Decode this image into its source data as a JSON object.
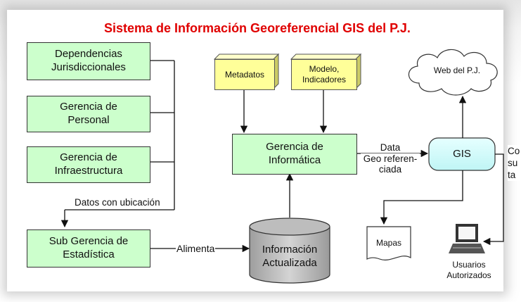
{
  "title": "Sistema de Información Georeferencial GIS del P.J.",
  "nodes": {
    "dependencias": [
      "Dependencias",
      "Jurisdiccionales"
    ],
    "personal": [
      "Gerencia de",
      "Personal"
    ],
    "infraestructura": [
      "Gerencia de",
      "Infraestructura"
    ],
    "estadistica": [
      "Sub Gerencia de",
      "Estadística"
    ],
    "metadatos": [
      "Metadatos"
    ],
    "modelo": [
      "Modelo,",
      "Indicadores"
    ],
    "informatica": [
      "Gerencia de",
      "Informática"
    ],
    "informacion": [
      "Información",
      "Actualizada"
    ],
    "gis": "GIS",
    "web": "Web del P.J.",
    "mapas": "Mapas",
    "usuarios": [
      "Usuarios",
      "Autorizados"
    ]
  },
  "edge_labels": {
    "datos_ubicacion": "Datos con ubicación",
    "alimenta": "Alimenta",
    "data_geo": [
      "Data",
      "Geo referen-",
      "ciada"
    ],
    "consulta_partial": [
      "Co",
      "su",
      "ta"
    ]
  },
  "colors": {
    "title": "#e00000",
    "process_box": "#ccffcc",
    "input_box": "#ffff99",
    "gis": "#ccffff",
    "database": "#c0c0c0"
  }
}
